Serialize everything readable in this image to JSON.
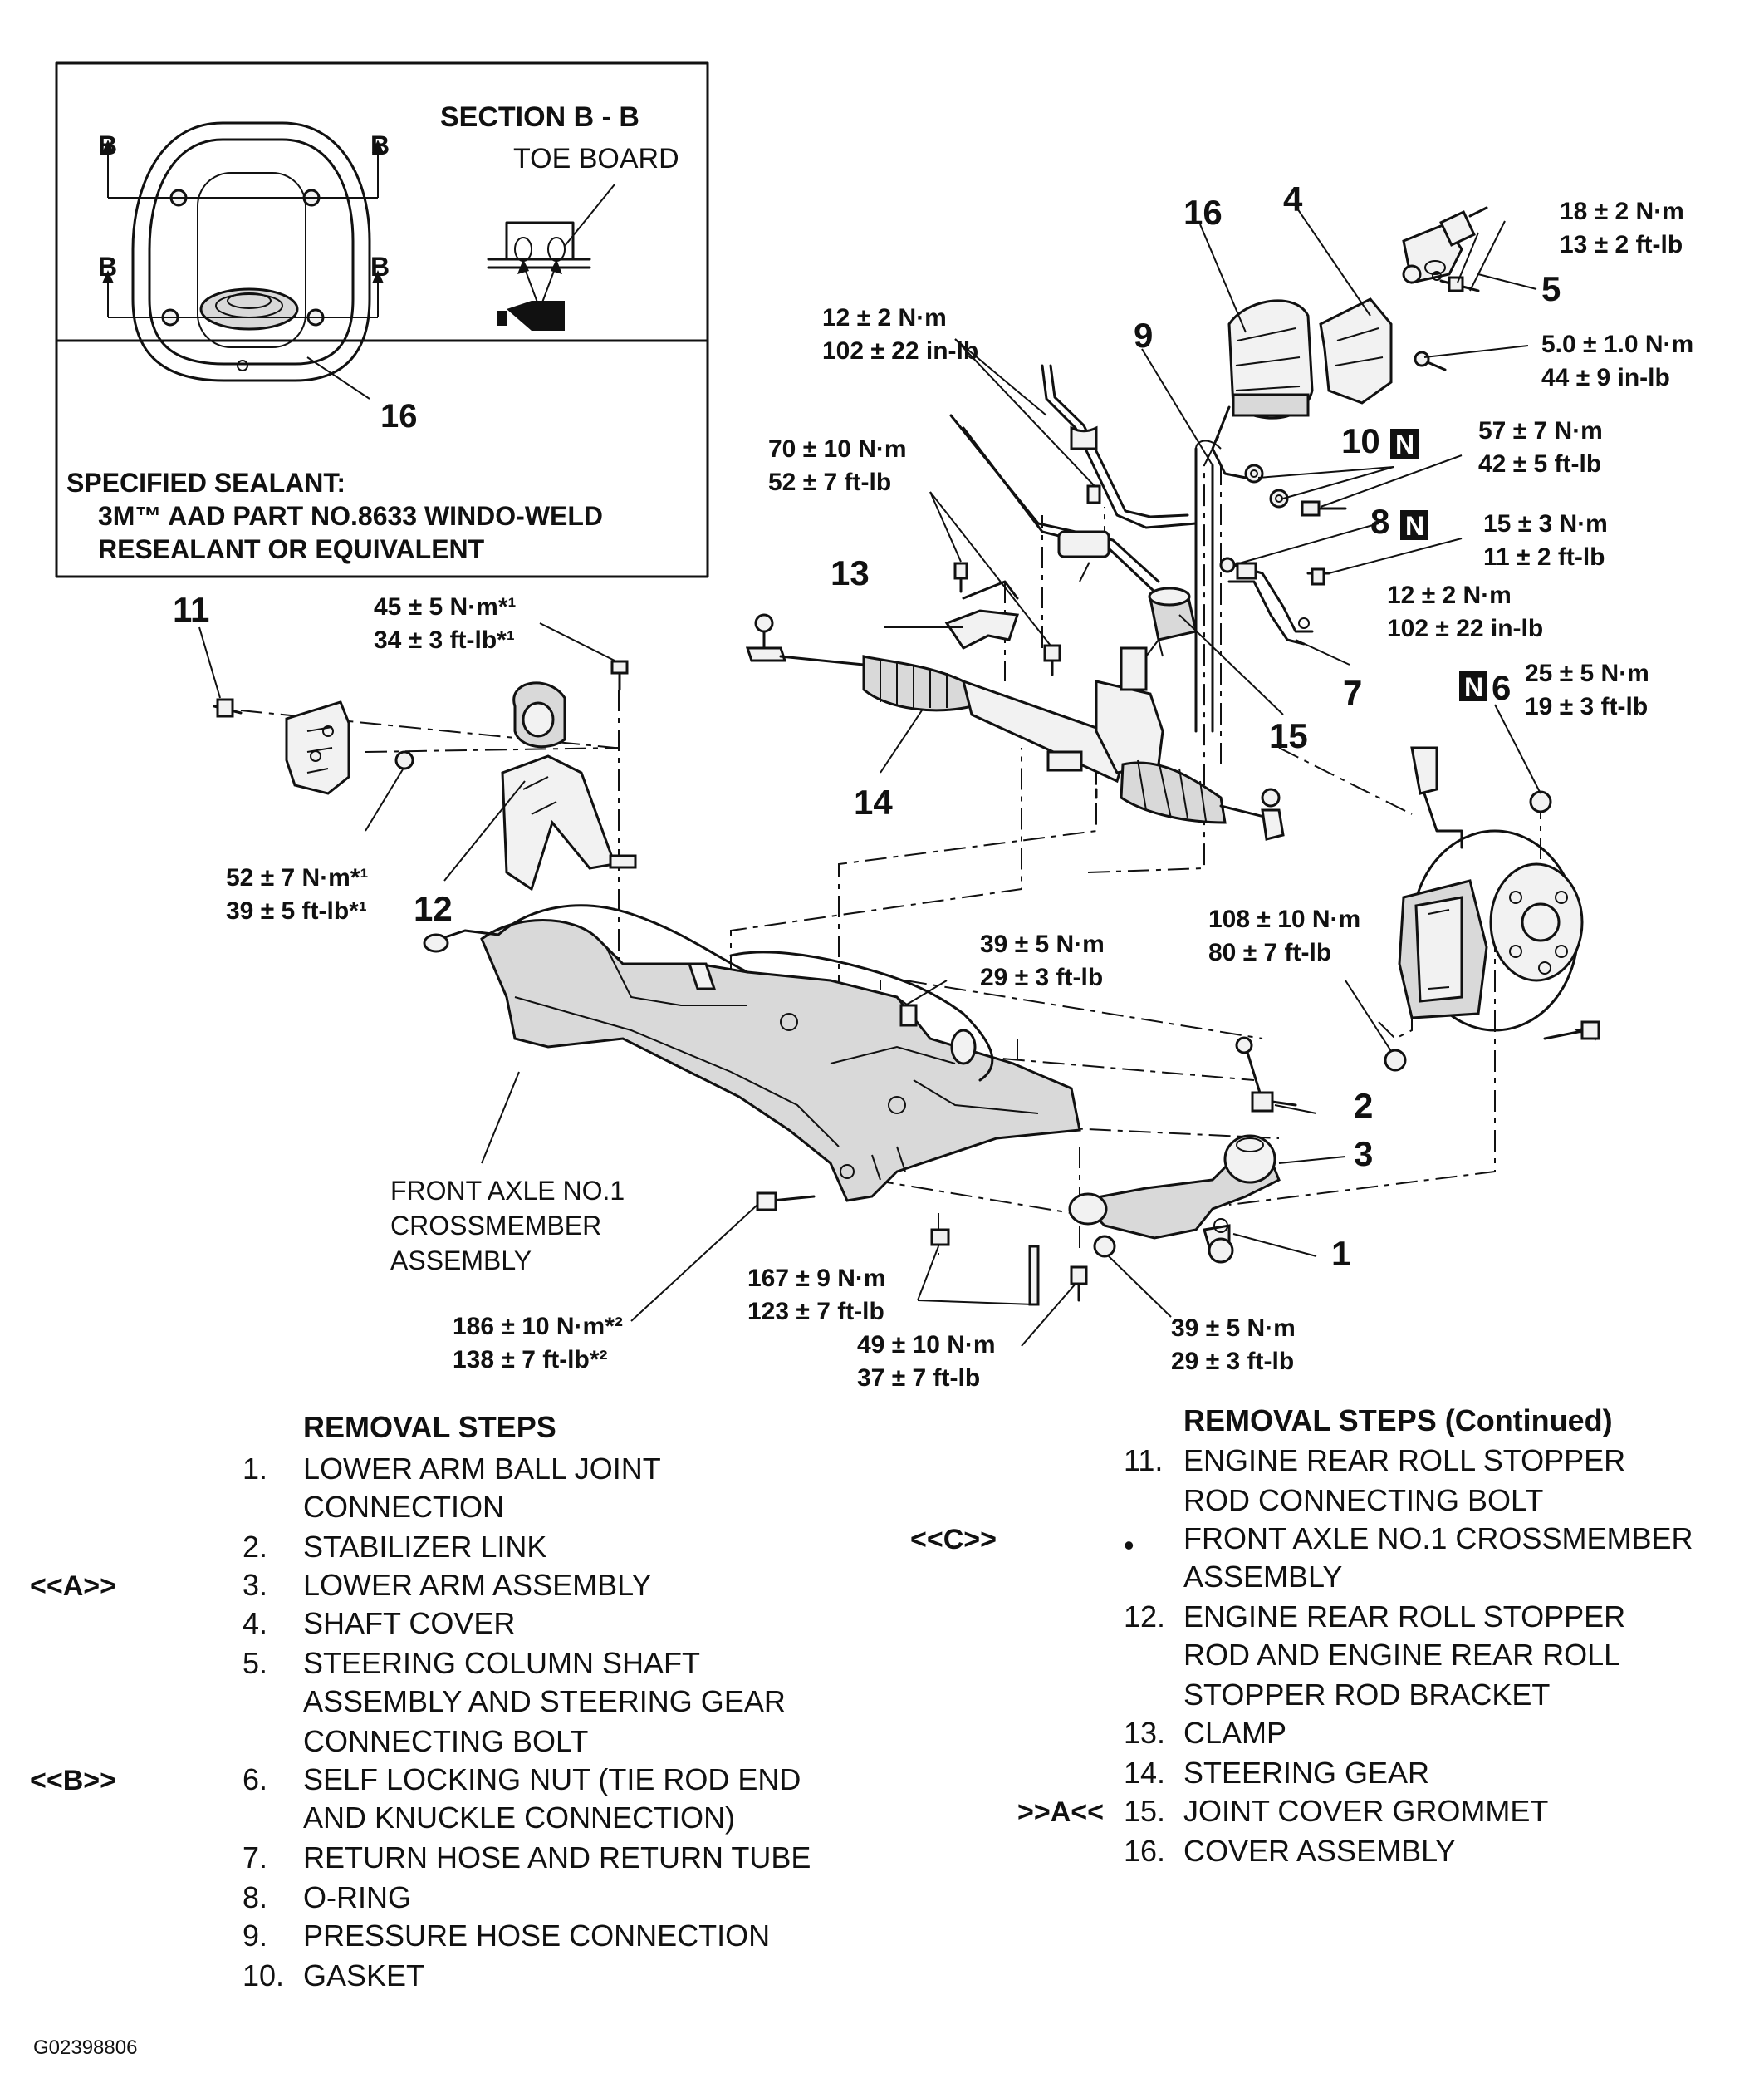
{
  "inset": {
    "section_title": "SECTION B - B",
    "toe_board": "TOE BOARD",
    "b_marker": "B",
    "part_16": "16",
    "sealant_title": "SPECIFIED SEALANT:",
    "sealant_line1": "3M™ AAD PART NO.8633 WINDO-WELD",
    "sealant_line2": "RESEALANT OR EQUIVALENT"
  },
  "part_numbers": {
    "p1": "1",
    "p2": "2",
    "p3": "3",
    "p4": "4",
    "p5": "5",
    "p6": "6",
    "p7": "7",
    "p8": "8",
    "p9": "9",
    "p10": "10",
    "p11": "11",
    "p12": "12",
    "p13": "13",
    "p14": "14",
    "p15": "15",
    "p16": "16"
  },
  "n_marker": "N",
  "torques": {
    "t_18_2": [
      "18 ± 2 N·m",
      "13 ± 2 ft-lb"
    ],
    "t_5_1": [
      "5.0 ± 1.0 N·m",
      "44 ± 9 in-lb"
    ],
    "t_57_7": [
      "57 ± 7 N·m",
      "42 ± 5 ft-lb"
    ],
    "t_15_3": [
      "15 ± 3 N·m",
      "11 ± 2 ft-lb"
    ],
    "t_12_2_right": [
      "12 ± 2 N·m",
      "102 ± 22 in-lb"
    ],
    "t_12_2_top": [
      "12 ± 2 N·m",
      "102 ± 22 in-lb"
    ],
    "t_70_10": [
      "70 ± 10 N·m",
      "52 ± 7 ft-lb"
    ],
    "t_25_5": [
      "25 ± 5 N·m",
      "19 ± 3 ft-lb"
    ],
    "t_45_5": [
      "45 ± 5 N·m*¹",
      "34 ± 3 ft-lb*¹"
    ],
    "t_52_7": [
      "52 ± 7 N·m*¹",
      "39 ± 5 ft-lb*¹"
    ],
    "t_108_10": [
      "108 ± 10 N·m",
      "80 ± 7 ft-lb"
    ],
    "t_39_5_top": [
      "39 ± 5 N·m",
      "29 ± 3 ft-lb"
    ],
    "t_167_9": [
      "167 ± 9 N·m",
      "123 ± 7 ft-lb"
    ],
    "t_49_10": [
      "49 ± 10 N·m",
      "37 ± 7 ft-lb"
    ],
    "t_39_5_bottom": [
      "39 ± 5 N·m",
      "29 ± 3 ft-lb"
    ],
    "t_186_10": [
      "186 ± 10 N·m*²",
      "138 ± 7 ft-lb*²"
    ]
  },
  "crossmember_label": [
    "FRONT AXLE NO.1",
    "CROSSMEMBER",
    "ASSEMBLY"
  ],
  "removal_steps": {
    "title": "REMOVAL STEPS",
    "items": [
      {
        "num": "1.",
        "lines": [
          "LOWER ARM BALL JOINT",
          "CONNECTION"
        ],
        "ref": ""
      },
      {
        "num": "2.",
        "lines": [
          "STABILIZER LINK"
        ],
        "ref": ""
      },
      {
        "num": "3.",
        "lines": [
          "LOWER ARM ASSEMBLY"
        ],
        "ref": "<<A>>"
      },
      {
        "num": "4.",
        "lines": [
          "SHAFT COVER"
        ],
        "ref": ""
      },
      {
        "num": "5.",
        "lines": [
          "STEERING COLUMN SHAFT",
          "ASSEMBLY AND STEERING GEAR",
          "CONNECTING BOLT"
        ],
        "ref": ""
      },
      {
        "num": "6.",
        "lines": [
          "SELF LOCKING NUT (TIE ROD END",
          "AND KNUCKLE CONNECTION)"
        ],
        "ref": "<<B>>"
      },
      {
        "num": "7.",
        "lines": [
          "RETURN HOSE AND RETURN TUBE"
        ],
        "ref": ""
      },
      {
        "num": "8.",
        "lines": [
          "O-RING"
        ],
        "ref": ""
      },
      {
        "num": "9.",
        "lines": [
          "PRESSURE HOSE CONNECTION"
        ],
        "ref": ""
      },
      {
        "num": "10.",
        "lines": [
          "GASKET"
        ],
        "ref": ""
      }
    ]
  },
  "removal_steps_cont": {
    "title": "REMOVAL STEPS (Continued)",
    "items": [
      {
        "num": "11.",
        "lines": [
          "ENGINE REAR ROLL STOPPER",
          "ROD CONNECTING BOLT"
        ],
        "ref": ""
      },
      {
        "num": "•",
        "lines": [
          "FRONT AXLE NO.1 CROSSMEMBER",
          "ASSEMBLY"
        ],
        "ref": "<<C>>"
      },
      {
        "num": "12.",
        "lines": [
          "ENGINE REAR ROLL STOPPER",
          "ROD AND ENGINE REAR ROLL",
          "STOPPER ROD BRACKET"
        ],
        "ref": ""
      },
      {
        "num": "13.",
        "lines": [
          "CLAMP"
        ],
        "ref": ""
      },
      {
        "num": "14.",
        "lines": [
          "STEERING GEAR"
        ],
        "ref": ""
      },
      {
        "num": "15.",
        "lines": [
          "JOINT COVER GROMMET"
        ],
        "ref": ">>A<<"
      },
      {
        "num": "16.",
        "lines": [
          "COVER ASSEMBLY"
        ],
        "ref": ""
      }
    ]
  },
  "figure_id": "G02398806"
}
